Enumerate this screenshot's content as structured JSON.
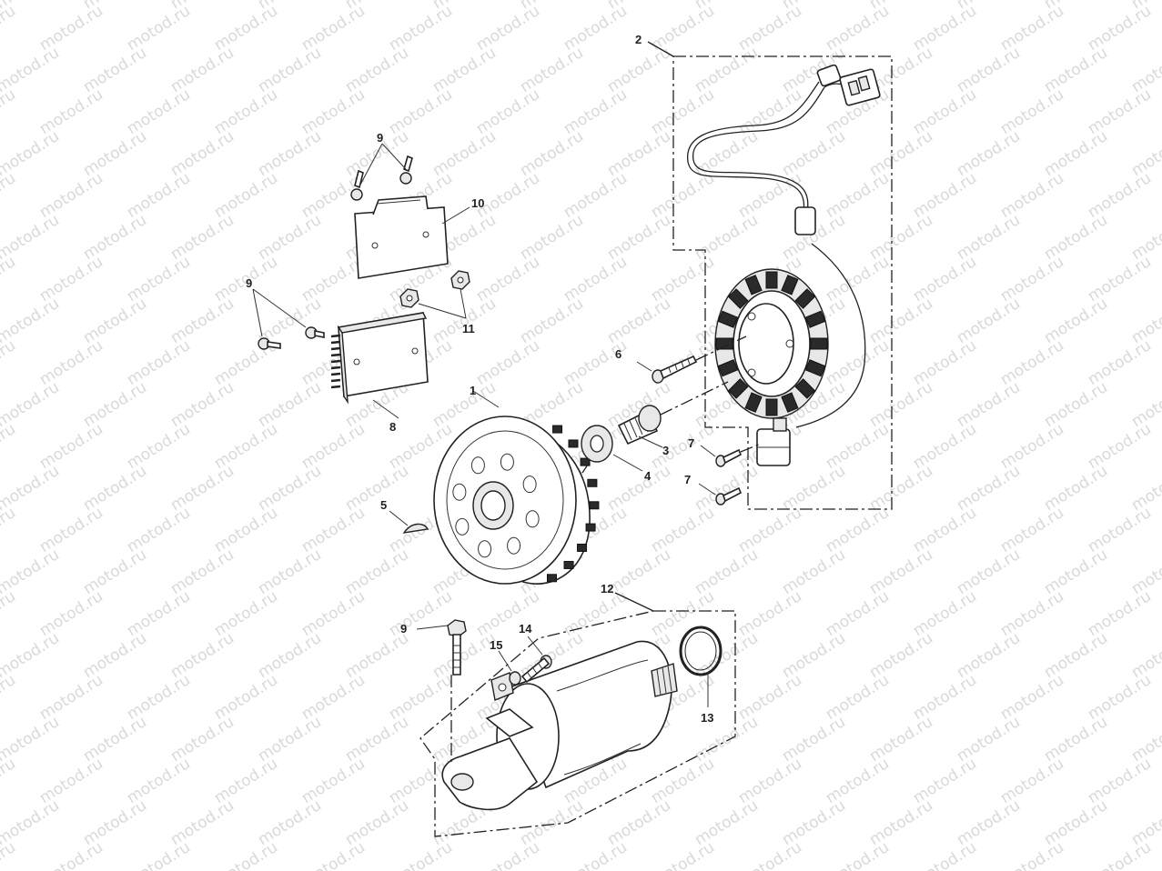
{
  "watermark": {
    "text": "motod.ru"
  },
  "callouts": [
    {
      "id": "c1",
      "text": "1"
    },
    {
      "id": "c2",
      "text": "2"
    },
    {
      "id": "c3",
      "text": "3"
    },
    {
      "id": "c4",
      "text": "4"
    },
    {
      "id": "c5",
      "text": "5"
    },
    {
      "id": "c6",
      "text": "6"
    },
    {
      "id": "c7a",
      "text": "7"
    },
    {
      "id": "c7b",
      "text": "7"
    },
    {
      "id": "c8",
      "text": "8"
    },
    {
      "id": "c9a",
      "text": "9"
    },
    {
      "id": "c9b",
      "text": "9"
    },
    {
      "id": "c9c",
      "text": "9"
    },
    {
      "id": "c10",
      "text": "10"
    },
    {
      "id": "c11",
      "text": "11"
    },
    {
      "id": "c12",
      "text": "12"
    },
    {
      "id": "c13",
      "text": "13"
    },
    {
      "id": "c14",
      "text": "14"
    },
    {
      "id": "c15",
      "text": "15"
    }
  ]
}
